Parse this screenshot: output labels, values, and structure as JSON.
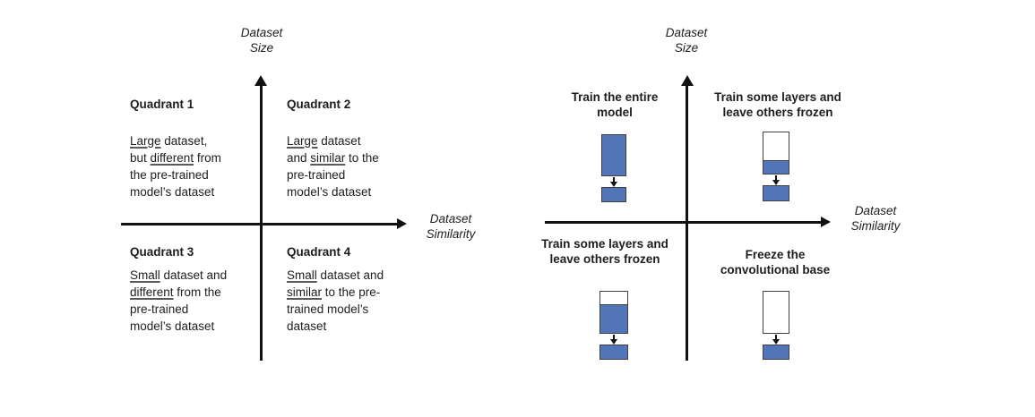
{
  "colors": {
    "trained_blue": "#5274b8",
    "frozen_white": "#ffffff",
    "bar_border": "#3f3f3f",
    "axis_black": "#111111",
    "text_black": "#1d1d1d"
  },
  "left_diagram": {
    "size_label_line1": "Dataset",
    "size_label_line2": "Size",
    "similarity_label_line1": "Dataset",
    "similarity_label_line2": "Similarity",
    "quadrants": [
      {
        "title": "Quadrant 1",
        "lines": [
          [
            {
              "text": "Large",
              "underline": true
            },
            {
              "text": " dataset,",
              "underline": false
            }
          ],
          [
            {
              "text": "but ",
              "underline": false
            },
            {
              "text": "different",
              "underline": true
            },
            {
              "text": " from",
              "underline": false
            }
          ],
          [
            {
              "text": "the pre-trained",
              "underline": false
            }
          ],
          [
            {
              "text": "model’s dataset",
              "underline": false
            }
          ]
        ]
      },
      {
        "title": "Quadrant 2",
        "lines": [
          [
            {
              "text": "Large",
              "underline": true
            },
            {
              "text": " dataset",
              "underline": false
            }
          ],
          [
            {
              "text": "and ",
              "underline": false
            },
            {
              "text": "similar",
              "underline": true
            },
            {
              "text": " to the",
              "underline": false
            }
          ],
          [
            {
              "text": "pre-trained",
              "underline": false
            }
          ],
          [
            {
              "text": "model’s dataset",
              "underline": false
            }
          ]
        ]
      },
      {
        "title": "Quadrant 3",
        "lines": [
          [
            {
              "text": "Small",
              "underline": true
            },
            {
              "text": " dataset and",
              "underline": false
            }
          ],
          [
            {
              "text": "different",
              "underline": true
            },
            {
              "text": " from the",
              "underline": false
            }
          ],
          [
            {
              "text": "pre-trained",
              "underline": false
            }
          ],
          [
            {
              "text": "model’s dataset",
              "underline": false
            }
          ]
        ]
      },
      {
        "title": "Quadrant 4",
        "lines": [
          [
            {
              "text": "Small",
              "underline": true
            },
            {
              "text": " dataset and",
              "underline": false
            }
          ],
          [
            {
              "text": "similar",
              "underline": true
            },
            {
              "text": " to the pre-",
              "underline": false
            }
          ],
          [
            {
              "text": "trained model’s",
              "underline": false
            }
          ],
          [
            {
              "text": "dataset",
              "underline": false
            }
          ]
        ]
      }
    ]
  },
  "right_diagram": {
    "size_label_line1": "Dataset",
    "size_label_line2": "Size",
    "similarity_label_line1": "Dataset",
    "similarity_label_line2": "Similarity",
    "strategies": [
      {
        "key": "train-entire-model",
        "label_line1": "Train the entire",
        "label_line2": "model",
        "frozen_fraction": 0
      },
      {
        "key": "train-some-layers-q2",
        "label_line1": "Train some layers and",
        "label_line2": "leave others frozen",
        "frozen_fraction": 0.69
      },
      {
        "key": "train-some-layers-q3",
        "label_line1": "Train some layers and",
        "label_line2": "leave others frozen",
        "frozen_fraction": 0.33
      },
      {
        "key": "freeze-convolutional-base",
        "label_line1": "Freeze the",
        "label_line2": "convolutional base",
        "frozen_fraction": 1
      }
    ]
  }
}
